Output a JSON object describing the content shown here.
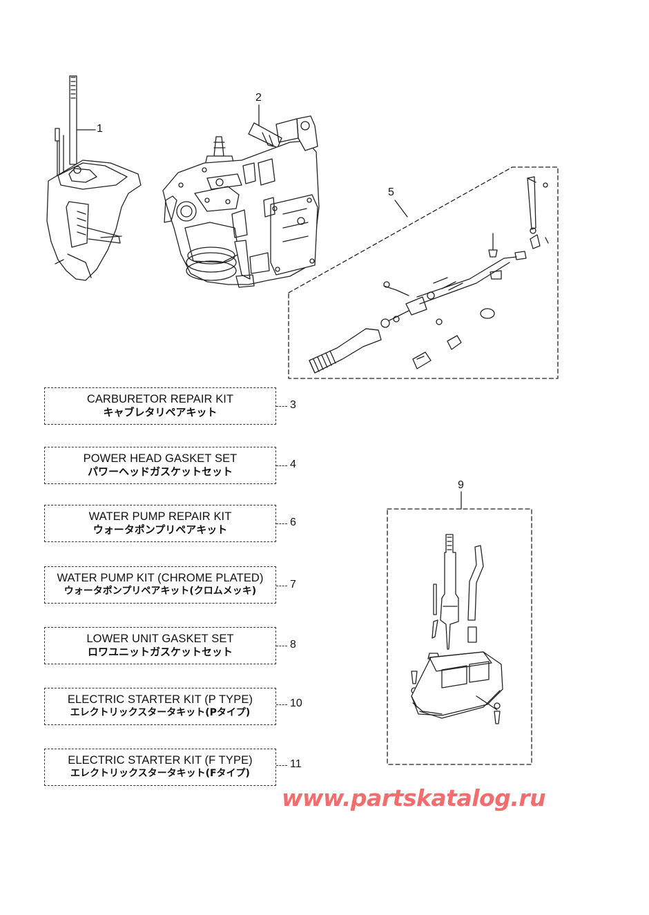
{
  "colors": {
    "line": "#222222",
    "watermark": "#f26d6d"
  },
  "callouts": {
    "c1": "1",
    "c2": "2",
    "c5": "5",
    "c9": "9"
  },
  "kits": [
    {
      "en": "CARBURETOR REPAIR KIT",
      "jp": "キャブレタリペアキット",
      "num": "3"
    },
    {
      "en": "POWER HEAD GASKET SET",
      "jp": "パワーヘッドガスケットセット",
      "num": "4"
    },
    {
      "en": "WATER PUMP REPAIR KIT",
      "jp": "ウォータポンプリペアキット",
      "num": "6"
    },
    {
      "en": "WATER PUMP KIT (CHROME PLATED)",
      "jp": "ウォータポンプリペアキット(クロムメッキ)",
      "num": "7"
    },
    {
      "en": "LOWER UNIT GASKET SET",
      "jp": "ロワユニットガスケットセット",
      "num": "8"
    },
    {
      "en": "ELECTRIC STARTER KIT (P TYPE)",
      "jp": "エレクトリックスタータキット(Pタイプ)",
      "num": "10"
    },
    {
      "en": "ELECTRIC STARTER KIT (F TYPE)",
      "jp": "エレクトリックスタータキット(Fタイプ)",
      "num": "11"
    }
  ],
  "watermark": "www.partskatalog.ru"
}
